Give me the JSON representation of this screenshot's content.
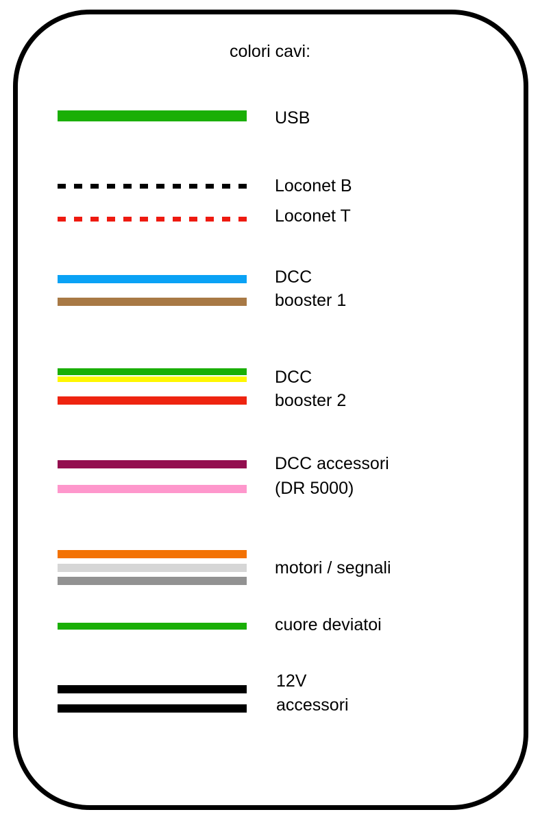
{
  "title": "colori cavi:",
  "legend": [
    {
      "label": "USB",
      "lines": [
        {
          "color": "#1aaf06",
          "style": "solid"
        }
      ]
    },
    {
      "label": "Loconet B",
      "lines": [
        {
          "color": "#000000",
          "style": "dashed"
        }
      ]
    },
    {
      "label": "Loconet T",
      "lines": [
        {
          "color": "#ee1a10",
          "style": "dashed"
        }
      ]
    },
    {
      "label_lines": [
        "DCC",
        "booster 1"
      ],
      "lines": [
        {
          "color": "#0aa2f5",
          "style": "solid"
        },
        {
          "color": "#a87945",
          "style": "solid"
        }
      ]
    },
    {
      "label_lines": [
        "DCC",
        "booster 2"
      ],
      "lines": [
        {
          "color": "#1aaf06",
          "style": "solid"
        },
        {
          "color": "#fff700",
          "style": "solid"
        },
        {
          "color": "#ee2410",
          "style": "solid"
        }
      ]
    },
    {
      "label_lines": [
        "DCC accessori",
        "(DR 5000)"
      ],
      "lines": [
        {
          "color": "#930e4f",
          "style": "solid"
        },
        {
          "color": "#fe97cc",
          "style": "solid"
        }
      ]
    },
    {
      "label": "motori / segnali",
      "lines": [
        {
          "color": "#f37204",
          "style": "solid"
        },
        {
          "color": "#d6d6d6",
          "style": "solid"
        },
        {
          "color": "#929292",
          "style": "solid"
        }
      ]
    },
    {
      "label": "cuore deviatoi",
      "lines": [
        {
          "color": "#1aaf06",
          "style": "solid"
        }
      ]
    },
    {
      "label_lines": [
        "12V",
        "accessori"
      ],
      "lines": [
        {
          "color": "#000000",
          "style": "solid"
        },
        {
          "color": "#000000",
          "style": "solid"
        }
      ]
    }
  ],
  "colors": {
    "border": "#000000",
    "background": "#ffffff",
    "text": "#000000"
  }
}
